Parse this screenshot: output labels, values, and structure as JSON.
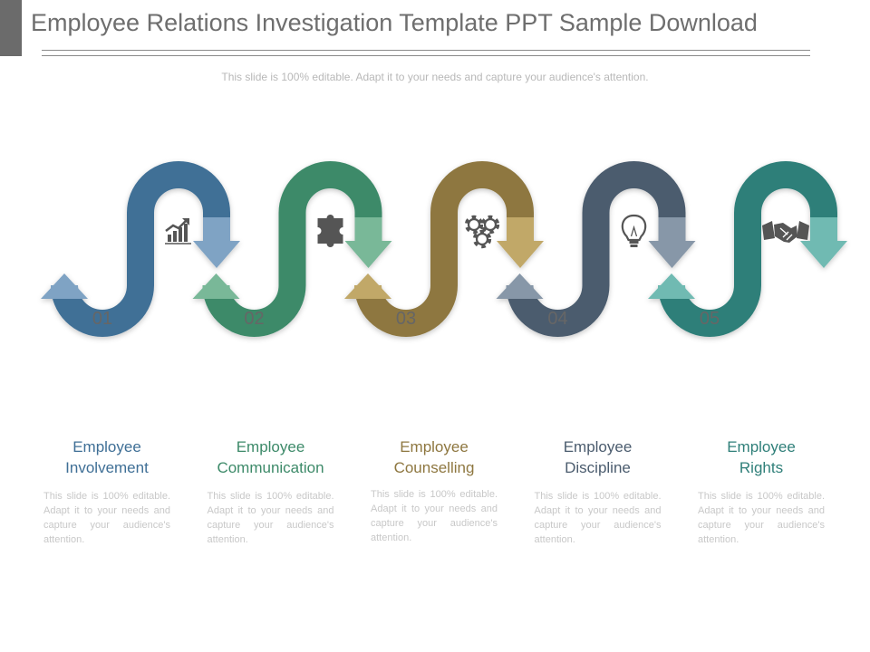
{
  "title": "Employee Relations Investigation Template PPT Sample Download",
  "subtitle": "This slide is 100% editable. Adapt it to your needs and capture your audience's attention.",
  "steps": [
    {
      "number": "01",
      "title_line1": "Employee",
      "title_line2": "Involvement",
      "description": "This slide is 100% editable. Adapt it to your needs and capture your audience's attention.",
      "color": "#3f6f96",
      "light": "#7fa3c4",
      "icon": "growth-chart-icon"
    },
    {
      "number": "02",
      "title_line1": "Employee",
      "title_line2": "Communication",
      "description": "This slide is 100% editable. Adapt it to your needs and capture your audience's attention.",
      "color": "#3d8a69",
      "light": "#79b898",
      "icon": "puzzle-icon"
    },
    {
      "number": "03",
      "title_line1": "Employee",
      "title_line2": "Counselling",
      "description": "This slide is 100% editable. Adapt it to your needs and capture your audience's attention.",
      "color": "#8e7740",
      "light": "#c1a868",
      "icon": "gears-icon"
    },
    {
      "number": "04",
      "title_line1": "Employee",
      "title_line2": "Discipline",
      "description": "This slide is 100% editable. Adapt it to your needs and capture your audience's attention.",
      "color": "#4b5c6e",
      "light": "#8797a8",
      "icon": "lightbulb-icon"
    },
    {
      "number": "05",
      "title_line1": "Employee",
      "title_line2": "Rights",
      "description": "This slide is 100% editable. Adapt it to your needs and capture your audience's attention.",
      "color": "#2f7f79",
      "light": "#6fbab2",
      "icon": "handshake-icon"
    }
  ]
}
